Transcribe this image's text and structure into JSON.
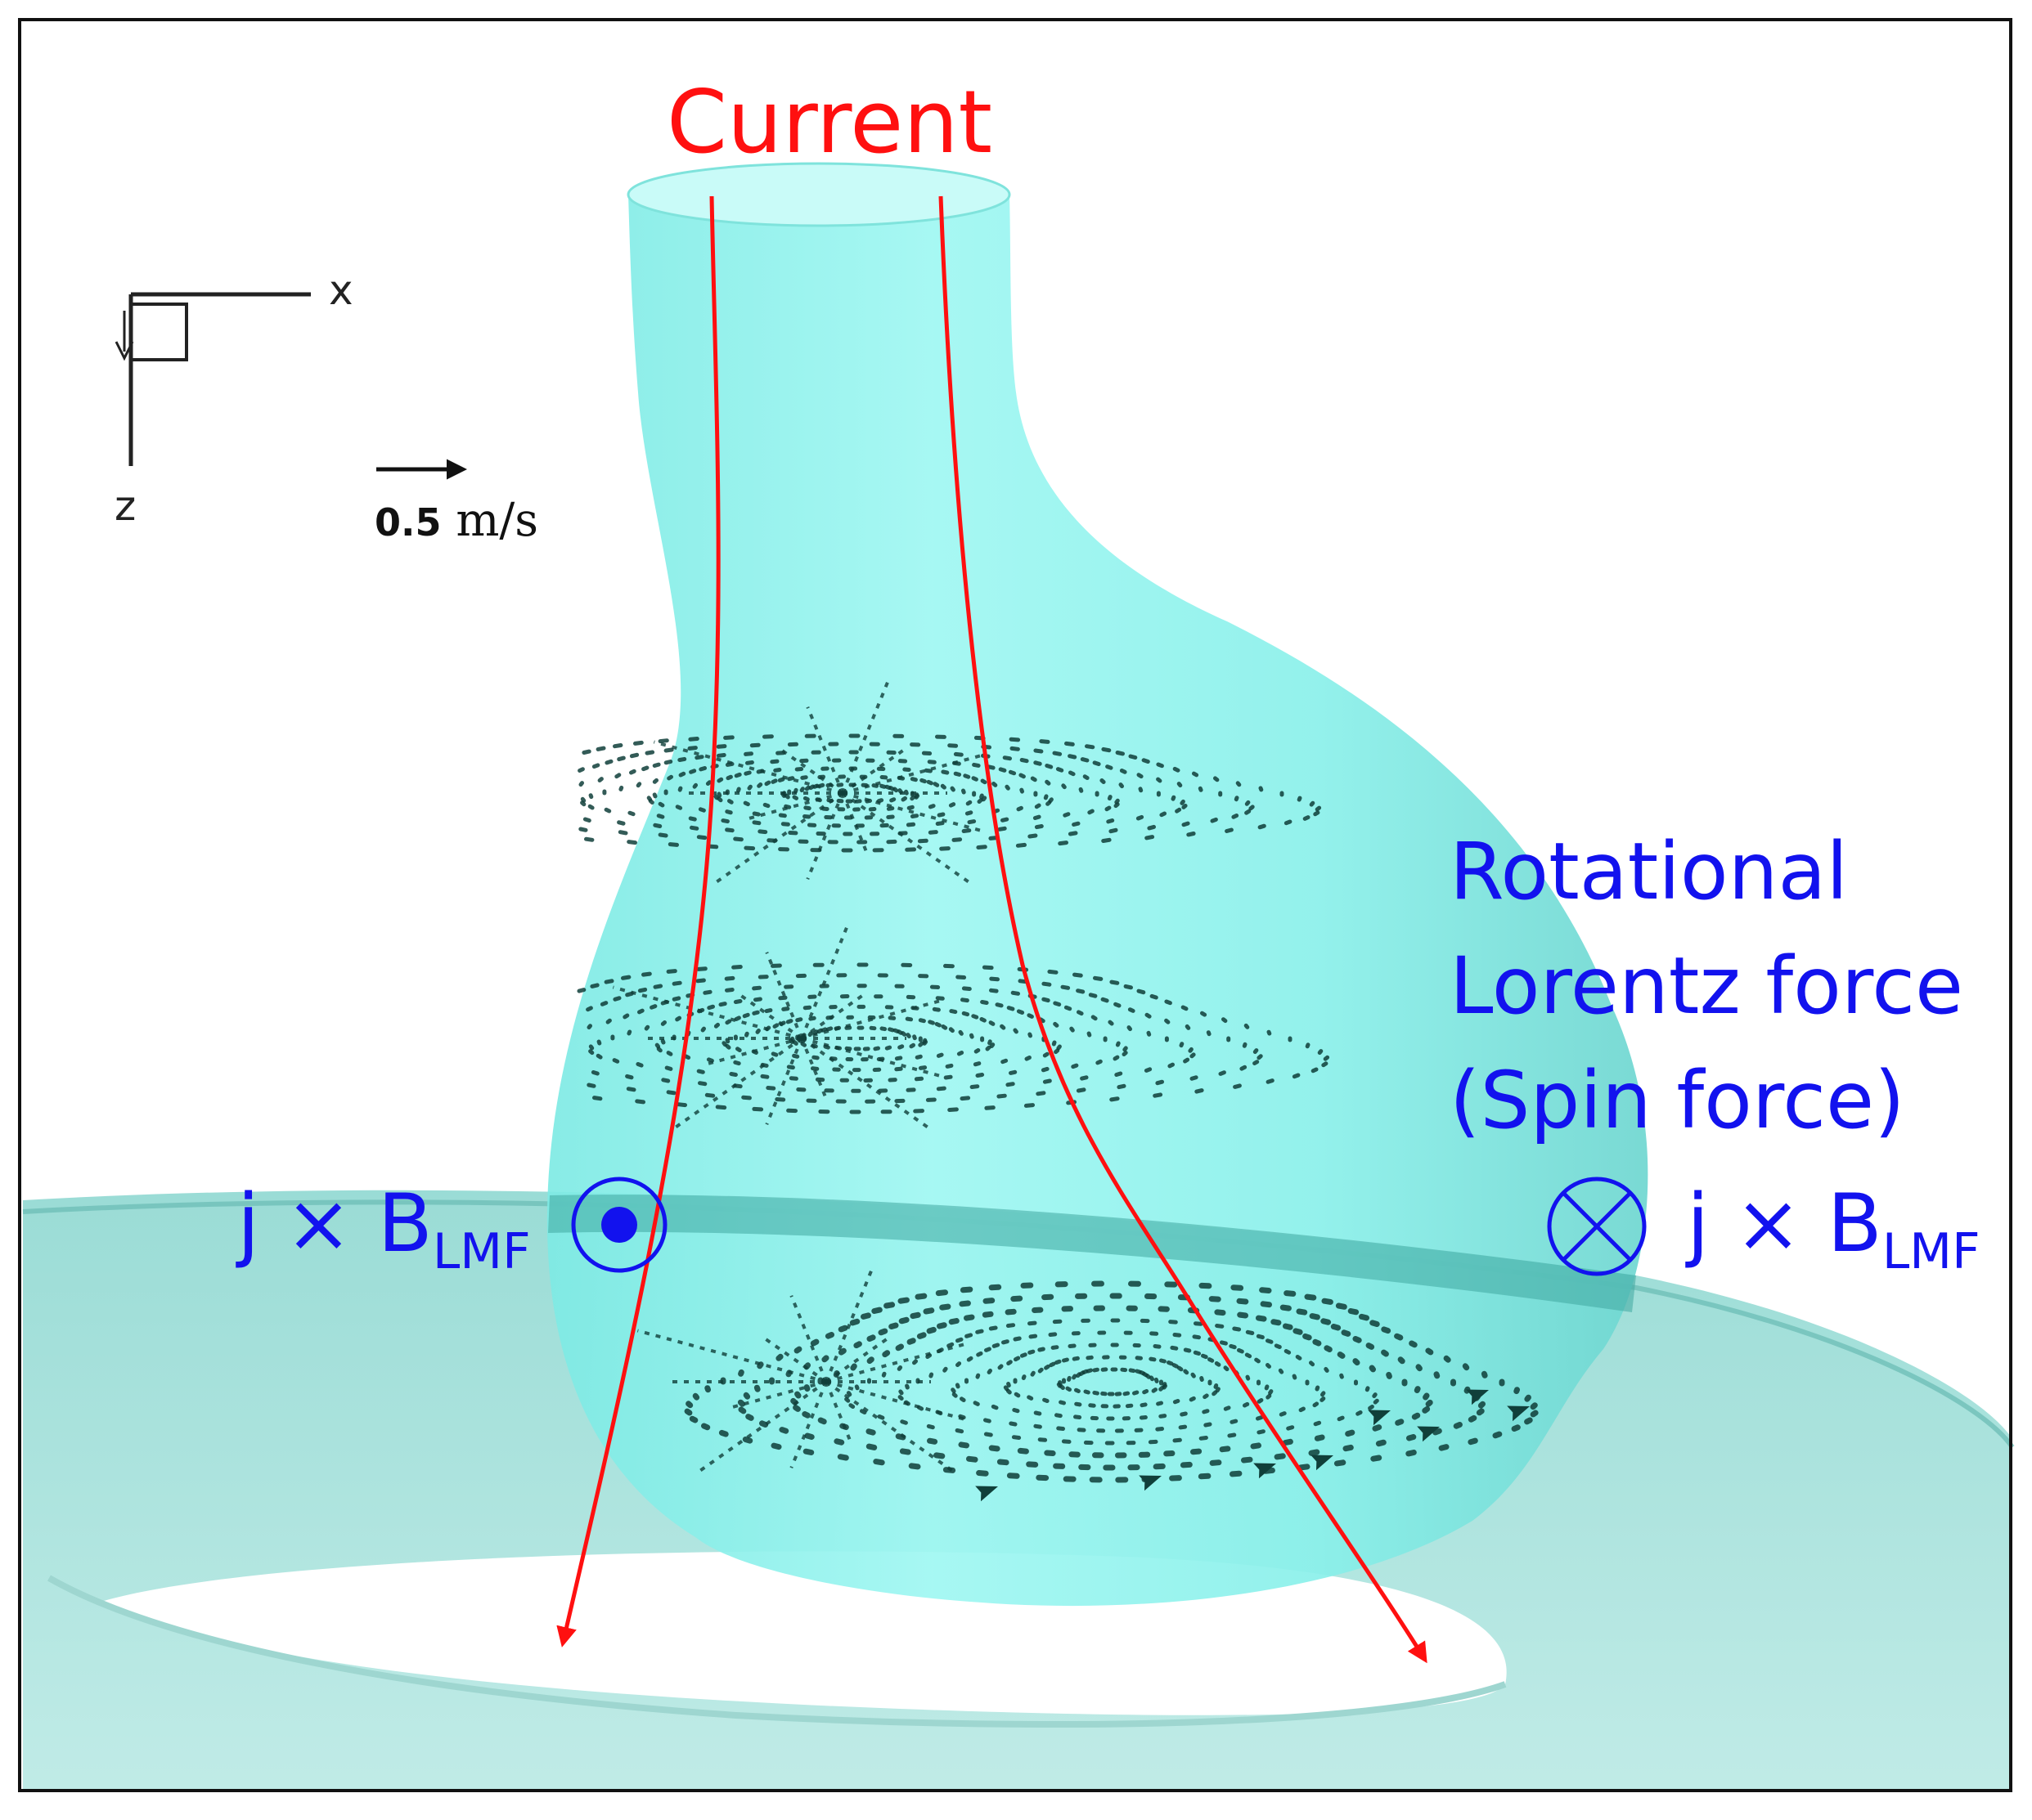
{
  "labels": {
    "current": "Current",
    "rotational_line1": "Rotational",
    "rotational_line2": "Lorentz force",
    "rotational_line3": "(Spin force)",
    "axis_x": "x",
    "axis_z": "z",
    "velocity_scale_value": "0.5",
    "velocity_scale_unit": "m/s",
    "force_left": {
      "base": "j × B",
      "sub": "LMF"
    },
    "force_right": {
      "base": "j × B",
      "sub": "LMF"
    }
  },
  "colors": {
    "current": "#ff1010",
    "force_label": "#1212ee",
    "bulb_fill": "#8cf3ee",
    "pool_fill": "#a6e2dc",
    "vectors": "#103f3a"
  },
  "symbols": {
    "left": "out-of-page-dot",
    "right": "into-page-cross"
  }
}
